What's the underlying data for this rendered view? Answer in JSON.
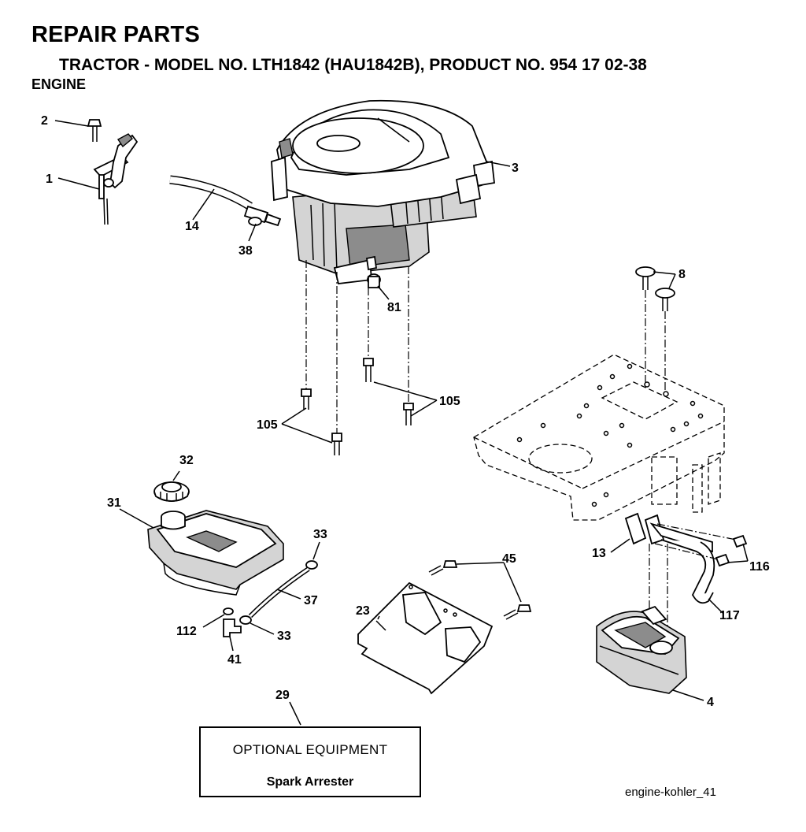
{
  "header": {
    "title": "REPAIR PARTS",
    "subtitle": "TRACTOR - MODEL NO. LTH1842 (HAU1842B), PRODUCT NO. 954 17 02-38",
    "section": "ENGINE"
  },
  "callouts": [
    {
      "id": "c1",
      "label": "1"
    },
    {
      "id": "c2",
      "label": "2"
    },
    {
      "id": "c3",
      "label": "3"
    },
    {
      "id": "c4",
      "label": "4"
    },
    {
      "id": "c8",
      "label": "8"
    },
    {
      "id": "c13",
      "label": "13"
    },
    {
      "id": "c14",
      "label": "14"
    },
    {
      "id": "c23",
      "label": "23"
    },
    {
      "id": "c29",
      "label": "29"
    },
    {
      "id": "c31",
      "label": "31"
    },
    {
      "id": "c32",
      "label": "32"
    },
    {
      "id": "c33a",
      "label": "33"
    },
    {
      "id": "c33b",
      "label": "33"
    },
    {
      "id": "c37",
      "label": "37"
    },
    {
      "id": "c38",
      "label": "38"
    },
    {
      "id": "c41",
      "label": "41"
    },
    {
      "id": "c45",
      "label": "45"
    },
    {
      "id": "c81",
      "label": "81"
    },
    {
      "id": "c105a",
      "label": "105"
    },
    {
      "id": "c105b",
      "label": "105"
    },
    {
      "id": "c112",
      "label": "112"
    },
    {
      "id": "c116",
      "label": "116"
    },
    {
      "id": "c117",
      "label": "117"
    }
  ],
  "optional": {
    "heading": "OPTIONAL EQUIPMENT",
    "item": "Spark Arrester"
  },
  "figure_code": "engine-kohler_41"
}
